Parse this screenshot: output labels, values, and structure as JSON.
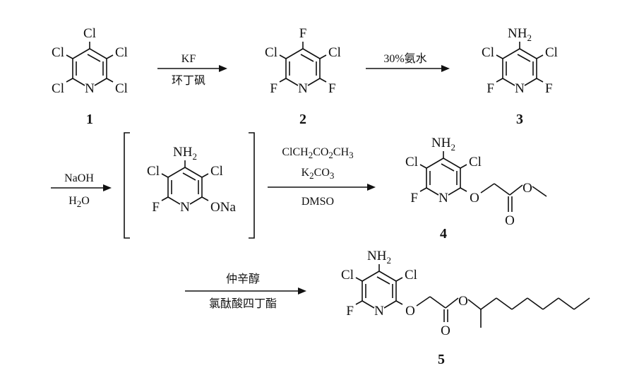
{
  "steps": [
    {
      "above": "KF",
      "below": "环丁砜"
    },
    {
      "above": "30%氨水",
      "below": ""
    },
    {
      "above": "NaOH",
      "below": "H",
      "below_sub": "2",
      "below_tail": "O"
    },
    {
      "line1": {
        "a": "ClCH",
        "a_sub": "2",
        "b": "CO",
        "b_sub": "2",
        "c": "CH",
        "c_sub": "3"
      },
      "line2": {
        "a": "K",
        "a_sub": "2",
        "b": "CO",
        "b_sub": "3"
      },
      "below": "DMSO"
    },
    {
      "above": "仲辛醇",
      "below": "氯酞酸四丁酯"
    }
  ],
  "compounds": [
    {
      "number": "1"
    },
    {
      "number": "2"
    },
    {
      "number": "3"
    },
    {
      "number": "4"
    },
    {
      "number": "5"
    }
  ],
  "atoms": {
    "cl": "Cl",
    "f": "F",
    "n": "N",
    "o": "O",
    "ona": "ONa",
    "nh": "NH",
    "nh_sub": "2"
  },
  "colors": {
    "ink": "#111111",
    "background": "#ffffff"
  }
}
